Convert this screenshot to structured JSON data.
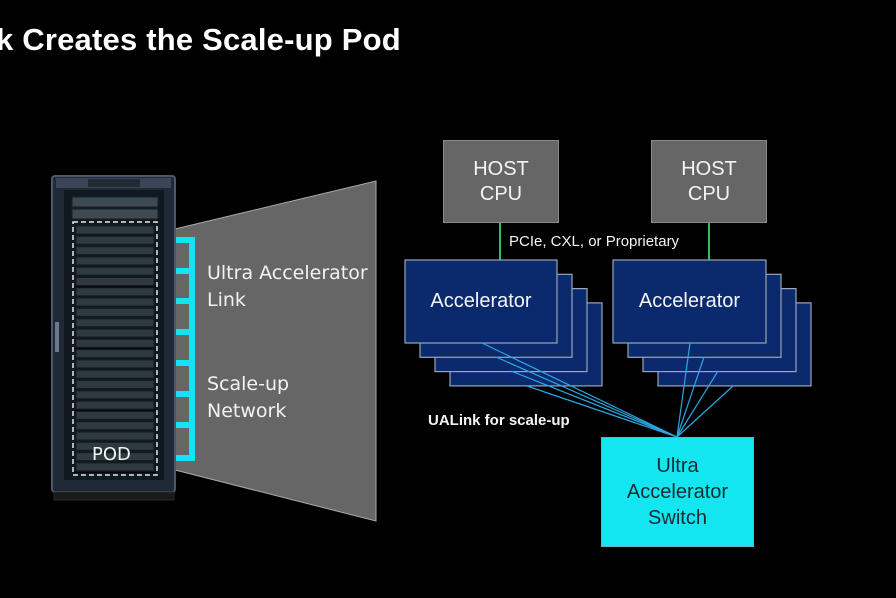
{
  "slide": {
    "title": "k Creates the Scale-up Pod"
  },
  "rack": {
    "pod_label": "POD"
  },
  "pod_callout": {
    "link_label_line1": "Ultra Accelerator",
    "link_label_line2": "Link",
    "network_label_line1": "Scale-up",
    "network_label_line2": "Network"
  },
  "topology": {
    "hosts": [
      {
        "line1": "HOST",
        "line2": "CPU"
      },
      {
        "line1": "HOST",
        "line2": "CPU"
      }
    ],
    "host_link_label": "PCIe, CXL, or Proprietary",
    "accelerator_groups": [
      {
        "label": "Accelerator",
        "count": 4
      },
      {
        "label": "Accelerator",
        "count": 4
      }
    ],
    "scaleup_link_label": "UALink for scale-up",
    "switch": {
      "line1": "Ultra",
      "line2": "Accelerator",
      "line3": "Switch"
    }
  },
  "colors": {
    "background": "#000000",
    "host_fill": "#666666",
    "accelerator_fill": "#0b2a6e",
    "accelerator_border": "#9aa6b8",
    "switch_fill": "#13e6f0",
    "ualink_line": "#2aa7e0",
    "host_link_line": "#2fbf5a",
    "bracket": "#12e4f2",
    "callout_fill": "#666666"
  }
}
